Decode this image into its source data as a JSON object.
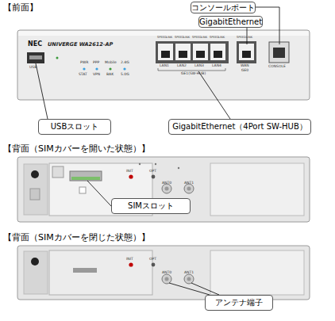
{
  "diagram": {
    "nodes": [
      {
        "text": [
          "コンソールポート"
        ]
      },
      {
        "text": [
          "GigabitEthernet"
        ]
      },
      {
        "text": [
          "USBスロット"
        ]
      },
      {
        "text": [
          "GigabitEthernet（4Port SW-HUB）"
        ]
      },
      {
        "text": [
          "SIMスロット"
        ]
      },
      {
        "text": [
          "アンテナ端子"
        ]
      }
    ],
    "labels": [
      "【前面】",
      "NEC",
      "UNIVERGE WA2612-AP",
      "USB",
      "PWR",
      "PPP",
      "Mobile",
      "2.4G",
      "STAT",
      "VPN",
      "BAK",
      "5.0G",
      "SPEED",
      "LINK",
      "SPEED",
      "LINK",
      "SPEED",
      "LINK",
      "SPEED",
      "LINK",
      "SPEED",
      "LINK",
      "LAN1",
      "LAN2",
      "LAN3",
      "LAN4",
      "GE1(SW-HUB)",
      "WAN",
      "GE0",
      "CONSOLE",
      "【背面（SIMカバーを開いた状態）】",
      "INIT",
      "OPT",
      "ANT0",
      "ANT1",
      "【背面（SIMカバーを閉じた状態）】",
      "INIT",
      "OPT",
      "ANT0",
      "ANT1"
    ]
  }
}
